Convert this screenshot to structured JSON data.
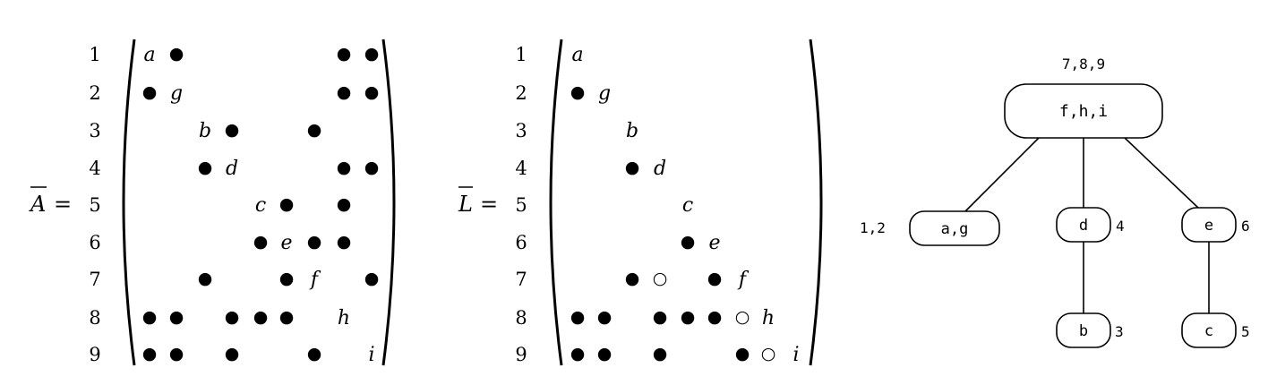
{
  "matrix_a": {
    "symbol": "A",
    "equals": "=",
    "row_labels": [
      "1",
      "2",
      "3",
      "4",
      "5",
      "6",
      "7",
      "8",
      "9"
    ],
    "entries": [
      [
        "a",
        "●",
        "",
        "",
        "",
        "",
        "",
        "●",
        "●"
      ],
      [
        "●",
        "g",
        "",
        "",
        "",
        "",
        "",
        "●",
        "●"
      ],
      [
        "",
        "",
        "b",
        "●",
        "",
        "",
        "●",
        "",
        ""
      ],
      [
        "",
        "",
        "●",
        "d",
        "",
        "",
        "",
        "●",
        "●"
      ],
      [
        "",
        "",
        "",
        "",
        "c",
        "●",
        "",
        "●",
        ""
      ],
      [
        "",
        "",
        "",
        "",
        "●",
        "e",
        "●",
        "●",
        ""
      ],
      [
        "",
        "",
        "●",
        "",
        "",
        "●",
        "f",
        "",
        "●"
      ],
      [
        "●",
        "●",
        "",
        "●",
        "●",
        "●",
        "",
        "h",
        ""
      ],
      [
        "●",
        "●",
        "",
        "●",
        "",
        "",
        "●",
        "",
        "i"
      ]
    ]
  },
  "matrix_l": {
    "symbol": "L",
    "equals": "=",
    "row_labels": [
      "1",
      "2",
      "3",
      "4",
      "5",
      "6",
      "7",
      "8",
      "9"
    ],
    "entries": [
      [
        "a",
        "",
        "",
        "",
        "",
        "",
        "",
        "",
        ""
      ],
      [
        "●",
        "g",
        "",
        "",
        "",
        "",
        "",
        "",
        ""
      ],
      [
        "",
        "",
        "b",
        "",
        "",
        "",
        "",
        "",
        ""
      ],
      [
        "",
        "",
        "●",
        "d",
        "",
        "",
        "",
        "",
        ""
      ],
      [
        "",
        "",
        "",
        "",
        "c",
        "",
        "",
        "",
        ""
      ],
      [
        "",
        "",
        "",
        "",
        "●",
        "e",
        "",
        "",
        ""
      ],
      [
        "",
        "",
        "●",
        "○",
        "",
        "●",
        "f",
        "",
        ""
      ],
      [
        "●",
        "●",
        "",
        "●",
        "●",
        "●",
        "○",
        "h",
        ""
      ],
      [
        "●",
        "●",
        "",
        "●",
        "",
        "",
        "●",
        "○",
        "i"
      ]
    ]
  },
  "tree": {
    "nodes": [
      {
        "id": "root",
        "label": "f,h,i",
        "index": "7,8,9"
      },
      {
        "id": "ag",
        "label": "a,g",
        "index": "1,2"
      },
      {
        "id": "d",
        "label": "d",
        "index": "4"
      },
      {
        "id": "e",
        "label": "e",
        "index": "6"
      },
      {
        "id": "b",
        "label": "b",
        "index": "3"
      },
      {
        "id": "c",
        "label": "c",
        "index": "5"
      }
    ],
    "edges": [
      [
        "root",
        "ag"
      ],
      [
        "root",
        "d"
      ],
      [
        "root",
        "e"
      ],
      [
        "d",
        "b"
      ],
      [
        "e",
        "c"
      ]
    ]
  }
}
